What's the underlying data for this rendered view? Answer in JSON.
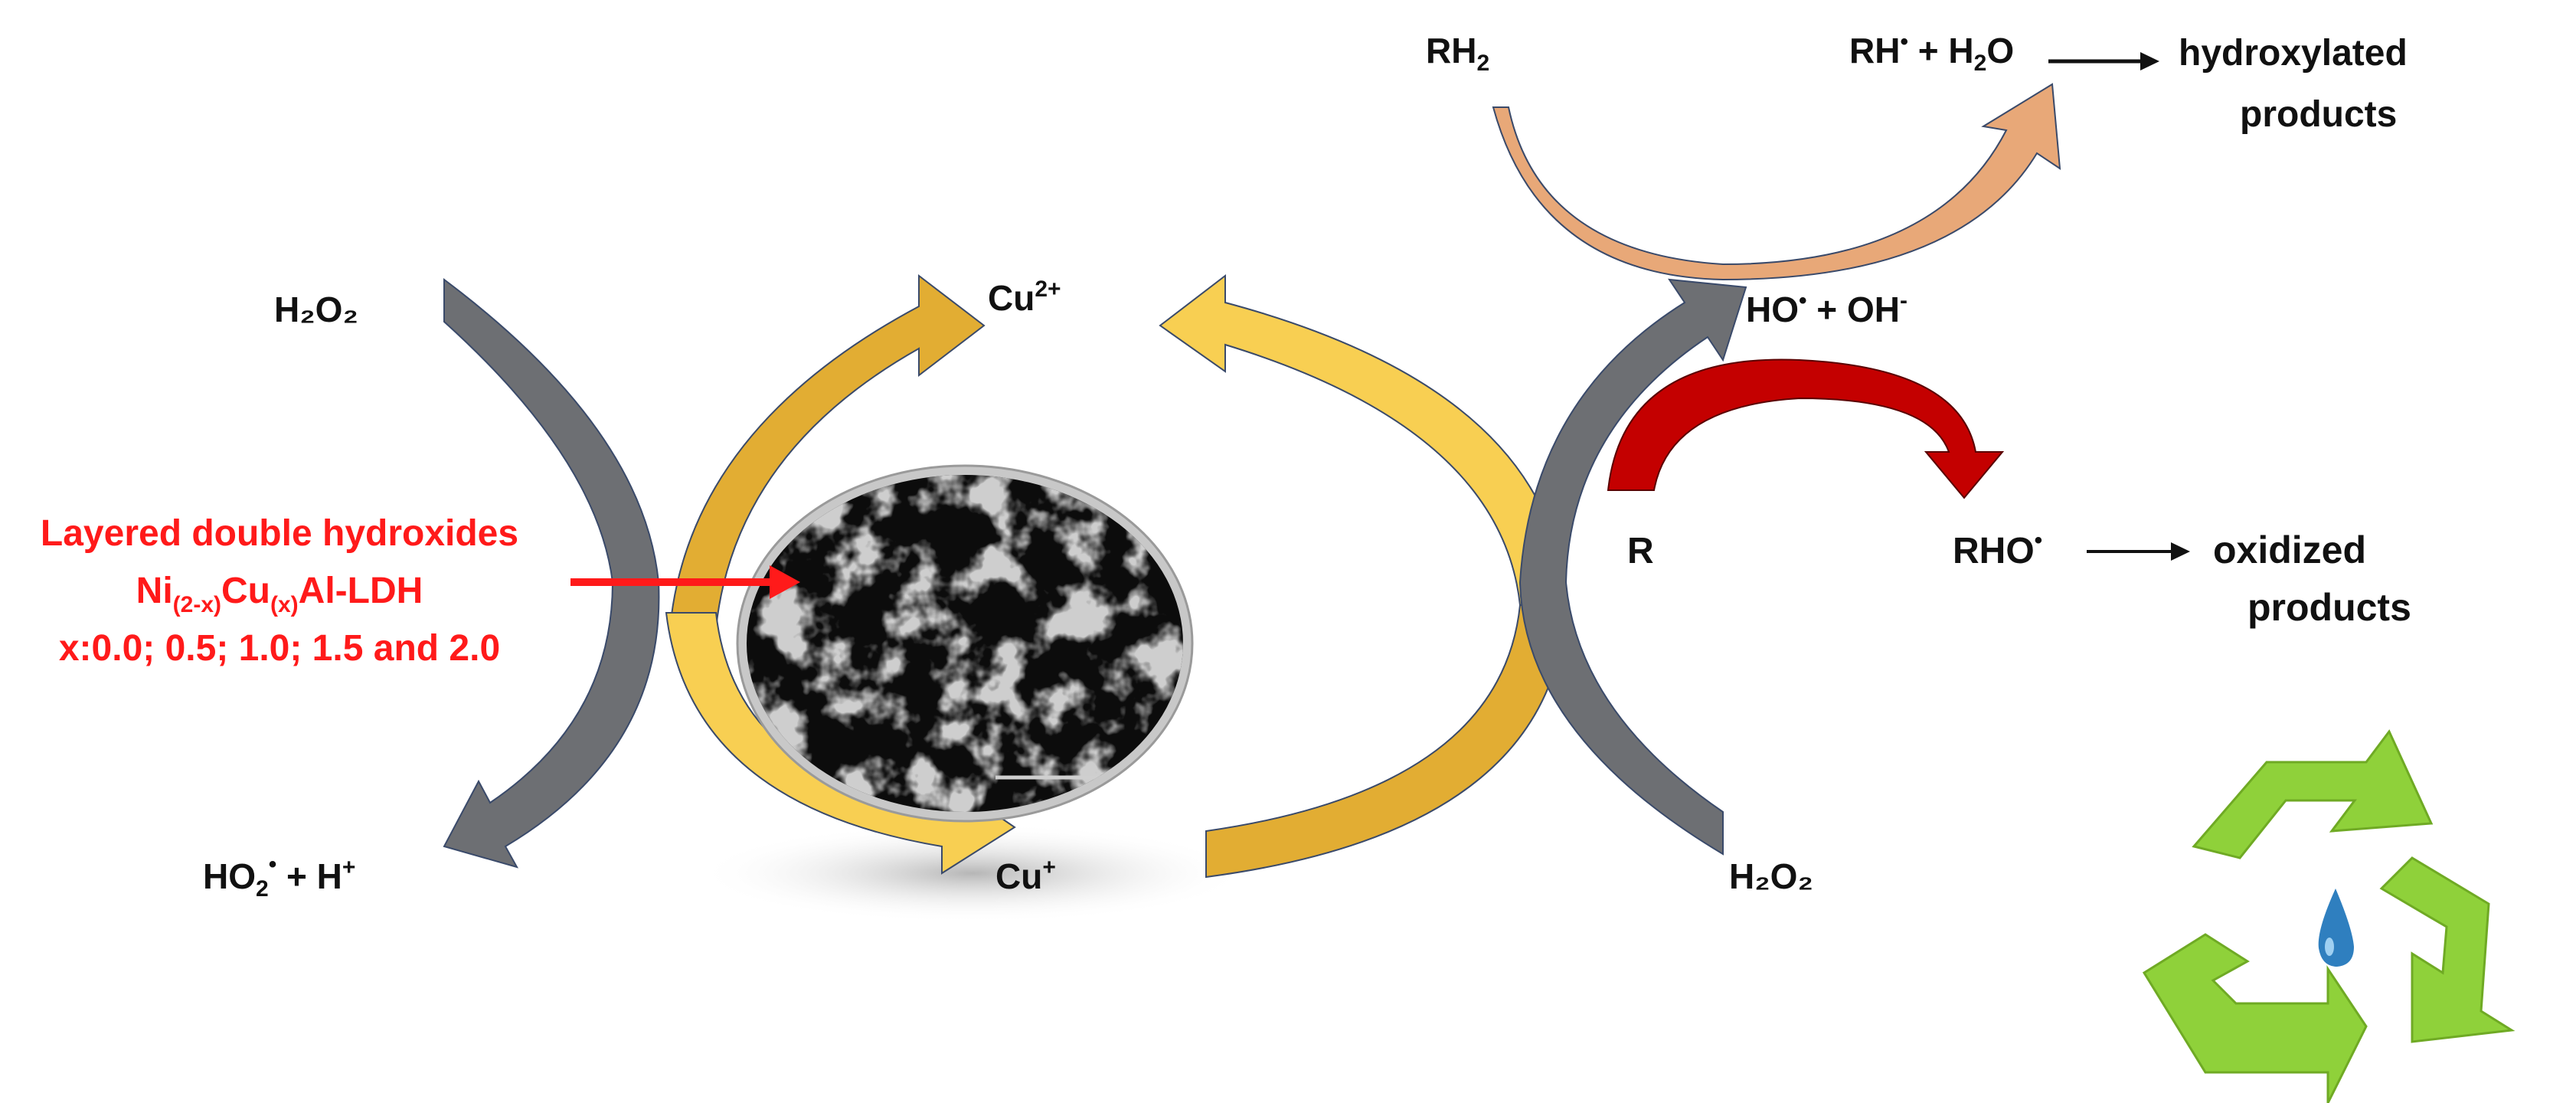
{
  "colors": {
    "gray_arrow": "#6d6f73",
    "gold_arrow": "#e2ad33",
    "yellow_arrow": "#f8cf52",
    "orange_arrow": "#e8a878",
    "red_arrow": "#c40000",
    "red_text": "#ff1a1a",
    "recycle_green": "#8fd13a",
    "drop_blue": "#2f7fbf"
  },
  "icons": {
    "center": "sem-micrograph-image",
    "recycle": "recycle-icon",
    "drop": "water-drop-icon"
  },
  "labels": {
    "h2o2_left": "H₂O₂",
    "ho2_left": {
      "base": "HO",
      "sub": "2",
      "sup": "•",
      "rest": " + H",
      "rest_sup": "+"
    },
    "cu2": {
      "base": "Cu",
      "sup": "2+"
    },
    "cu1": {
      "base": "Cu",
      "sup": "+"
    },
    "h2o2_right": "H₂O₂",
    "rh2": {
      "base": "RH",
      "sub": "2"
    },
    "rh_h2o": {
      "a": "RH",
      "a_sup": "•",
      "b": " + H",
      "b_sub": "2",
      "c": "O"
    },
    "hydroxylated_line1": "hydroxylated",
    "hydroxylated_line2": "products",
    "ho_oh": {
      "a": "HO",
      "a_sup": "•",
      "b": " + OH",
      "b_sup": "-"
    },
    "r": "R",
    "rho": {
      "a": "RHO",
      "a_sup": "•"
    },
    "oxidized_line1": "oxidized",
    "oxidized_line2": "products"
  },
  "ldh": {
    "line1": "Layered double hydroxides",
    "line2": {
      "a": "Ni",
      "a_sub": "(2-x)",
      "b": "Cu",
      "b_sub": "(x)",
      "c": "Al-LDH"
    },
    "line3": "x:0.0; 0.5; 1.0; 1.5 and 2.0"
  }
}
